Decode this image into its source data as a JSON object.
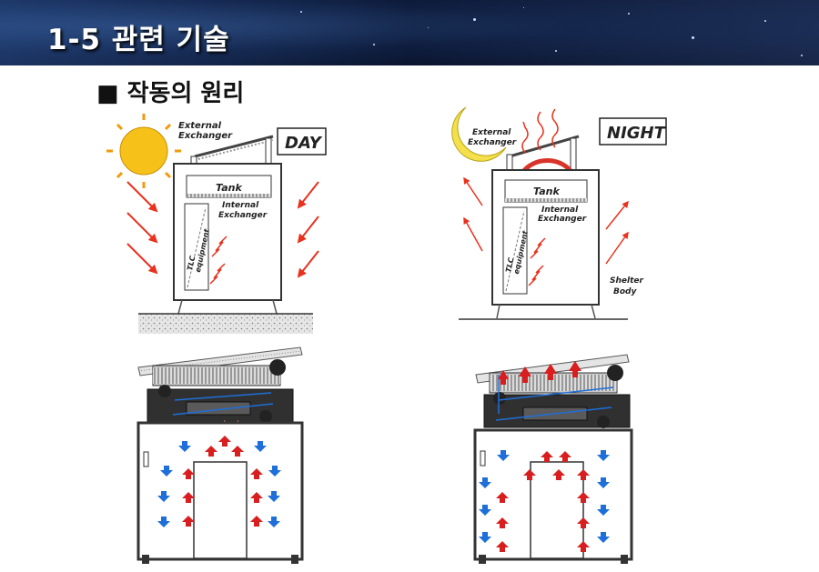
{
  "header": {
    "title": "1-5  관련 기술",
    "section": "■ 작동의 원리"
  },
  "day_panel": {
    "mode_label": "DAY",
    "external_exchanger": [
      "External",
      "Exchanger"
    ],
    "tank": "Tank",
    "internal_exchanger": [
      "Internal",
      "Exchanger"
    ],
    "equipment": [
      "TLC",
      "equipment"
    ]
  },
  "night_panel": {
    "mode_label": "NIGHT",
    "external_exchanger": [
      "External",
      "Exchanger"
    ],
    "tank": "Tank",
    "internal_exchanger": [
      "Internal",
      "Exchanger"
    ],
    "equipment": [
      "TLC",
      "equipment"
    ],
    "shelter_body": [
      "Shelter",
      "Body"
    ]
  },
  "colors": {
    "heat_arrow": "#e8321e",
    "cool_arrow": "#1e6fd9",
    "hot_flow": "#d81e1e",
    "sun": "#f6c21a",
    "moon": "#f3e04a",
    "banner": "#0e1d3e"
  }
}
